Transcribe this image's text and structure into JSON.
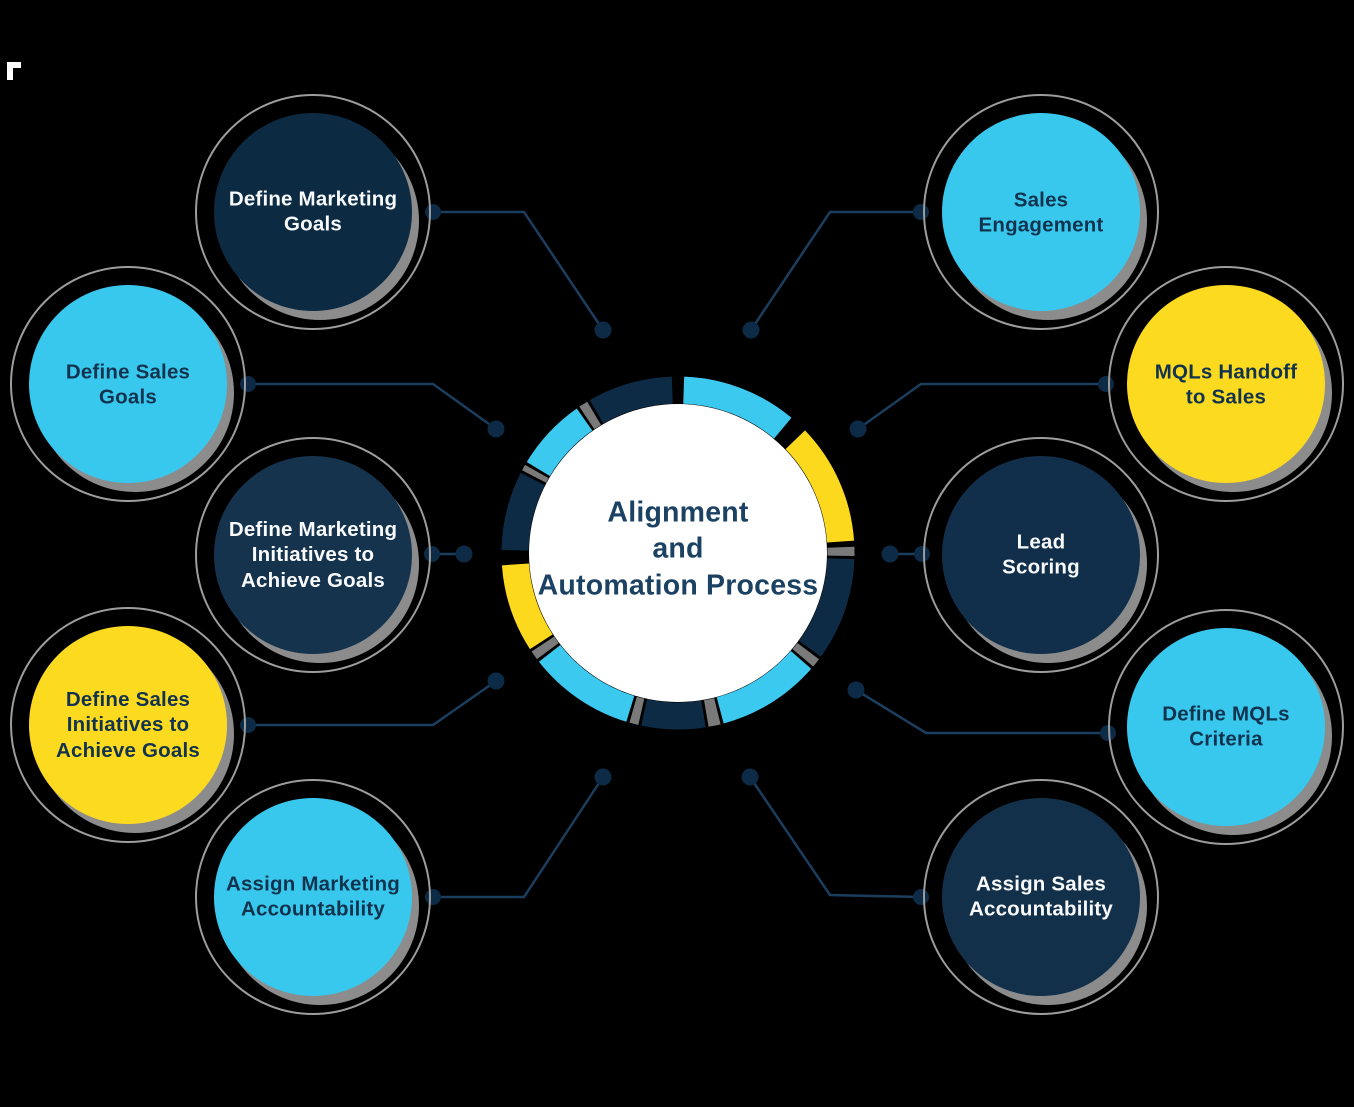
{
  "title": {
    "text": "Alignment\nand\nAutomation Process",
    "color": "#1c4263"
  },
  "colors": {
    "background": "#000000",
    "center_fill": "#ffffff",
    "ring_navy": "#0d2b45",
    "ring_cyan": "#3cc9f0",
    "ring_yellow": "#fdd91e",
    "ring_separator_gray": "#7a7a7a",
    "node_outline_gray": "#9d9d9d",
    "node_shadow_gray": "#8c8c8c",
    "connector_line": "#1b3e5f",
    "connector_dot": "#0d2b46",
    "artifact_white": "#ffffff"
  },
  "nodes": [
    {
      "id": "define-marketing-goals",
      "label": "Define Marketing\nGoals",
      "fill": "#0c2a42",
      "text_color": "#f8fafc"
    },
    {
      "id": "define-sales-goals",
      "label": "Define Sales\nGoals",
      "fill": "#38c8ee",
      "text_color": "#12334e"
    },
    {
      "id": "define-marketing-initiatives",
      "label": "Define Marketing\nInitiatives to\nAchieve Goals",
      "fill": "#16334e",
      "text_color": "#f8fafc"
    },
    {
      "id": "define-sales-initiatives",
      "label": "Define Sales\nInitiatives to\nAchieve Goals",
      "fill": "#fcda20",
      "text_color": "#12334e"
    },
    {
      "id": "assign-marketing-accountability",
      "label": "Assign Marketing\nAccountability",
      "fill": "#38c8ee",
      "text_color": "#12334e"
    },
    {
      "id": "sales-engagement",
      "label": "Sales\nEngagement",
      "fill": "#38c8ee",
      "text_color": "#12334e"
    },
    {
      "id": "mqls-handoff-to-sales",
      "label": "MQLs Handoff\nto Sales",
      "fill": "#fcda20",
      "text_color": "#12334e"
    },
    {
      "id": "lead-scoring",
      "label": "Lead\nScoring",
      "fill": "#112f4a",
      "text_color": "#f8fafc"
    },
    {
      "id": "define-mqls-criteria",
      "label": "Define MQLs\nCriteria",
      "fill": "#38c8ee",
      "text_color": "#12334e"
    },
    {
      "id": "assign-sales-accountability",
      "label": "Assign Sales\nAccountability",
      "fill": "#13304b",
      "text_color": "#f8fafc"
    }
  ],
  "ring_segment_colors": [
    "cyan",
    "yellow",
    "navy",
    "cyan",
    "navy",
    "cyan",
    "yellow",
    "navy",
    "cyan",
    "navy"
  ]
}
